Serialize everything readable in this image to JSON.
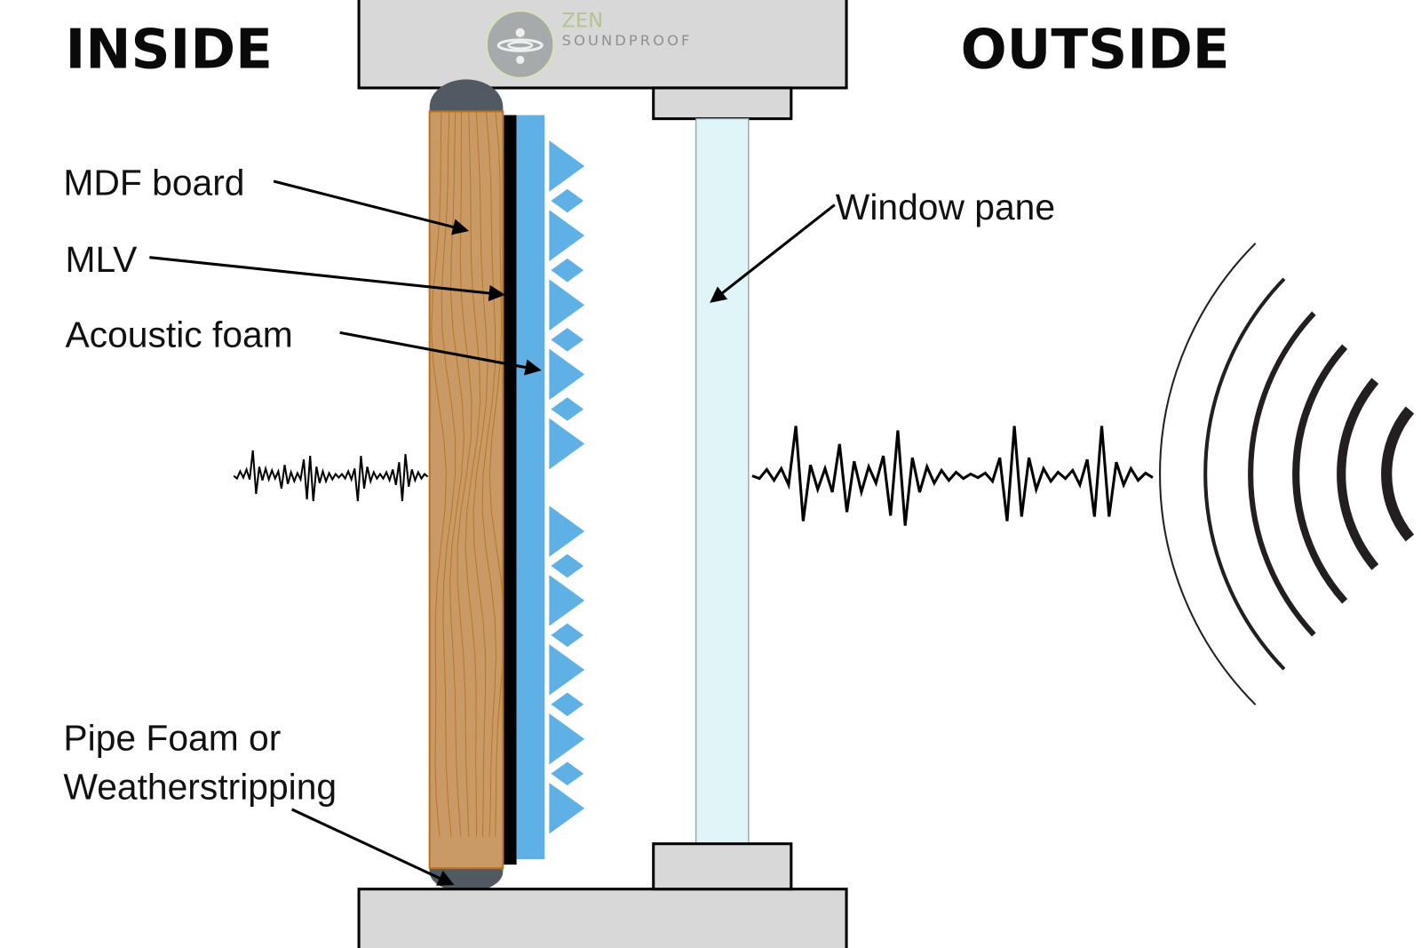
{
  "titles": {
    "inside": "INSIDE",
    "outside": "OUTSIDE"
  },
  "logo": {
    "icon": "water-drop-ripple-icon",
    "brand_top": "ZEN",
    "brand_bottom": "SOUNDPROOF"
  },
  "labels": {
    "mdf_board": "MDF board",
    "mlv": "MLV",
    "acoustic_foam": "Acoustic foam",
    "window_pane": "Window pane",
    "pipe_foam_line1": "Pipe Foam or",
    "pipe_foam_line2": "Weatherstripping"
  },
  "colors": {
    "frame": "#d8d8d8",
    "wood": "#c99a66",
    "wood_grain": "#b8741e",
    "mlv": "#000000",
    "foam": "#5eb0e5",
    "glass": "#dff5f7",
    "weatherstrip": "#515a62",
    "background": "#ffffff"
  },
  "components": [
    {
      "name": "MDF board",
      "layer_order": 1
    },
    {
      "name": "MLV",
      "layer_order": 2
    },
    {
      "name": "Acoustic foam",
      "layer_order": 3
    },
    {
      "name": "Window pane",
      "layer_order": 4
    }
  ],
  "sound": {
    "outside_wave": "loud",
    "inside_wave": "reduced"
  }
}
